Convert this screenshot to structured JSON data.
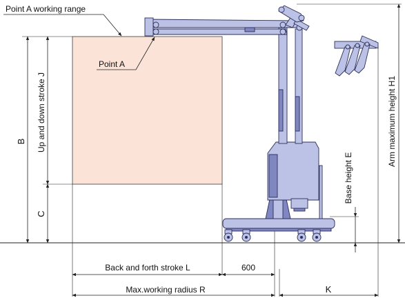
{
  "colors": {
    "working_range_fill": "#fbe3d8",
    "working_range_stroke": "#3a3a3a",
    "machine_fill": "#bcc2e6",
    "machine_shadow": "#7f86c0",
    "machine_stroke": "#2c2f5a",
    "dimension_line": "#222222"
  },
  "labels": {
    "point_a_working_range": "Point A working range",
    "point_a": "Point A",
    "dim_b": "B",
    "dim_j": "Up and down stroke  J",
    "dim_c": "C",
    "dim_h1": "Arm maximum height  H1",
    "dim_e": "Base height  E",
    "dim_l": "Back and forth stroke  L",
    "dim_600": "600",
    "dim_r": "Max.working radius  R",
    "dim_k": "K"
  }
}
